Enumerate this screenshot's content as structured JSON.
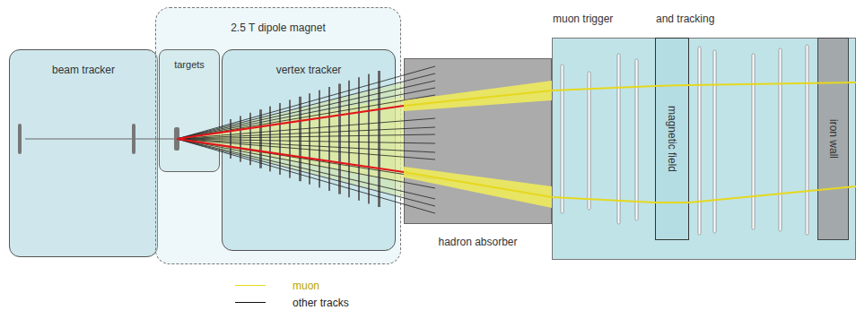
{
  "diagram": {
    "nodes": [
      {
        "text": [
          "beam tracker"
        ]
      },
      {
        "text": [
          "2.5 T dipole magnet"
        ]
      },
      {
        "text": [
          "targets"
        ],
        "in": 1
      },
      {
        "text": [
          "vertex tracker"
        ],
        "in": 1
      },
      {
        "text": [
          "hadron absorber"
        ]
      },
      {
        "text": [
          "muon trigger",
          "and tracking"
        ]
      },
      {
        "text": [
          "magnetic field"
        ],
        "in": 5
      },
      {
        "text": [
          "iron wall"
        ],
        "in": 5
      }
    ],
    "legend": [
      {
        "text": "muon"
      },
      {
        "text": "other tracks"
      }
    ]
  }
}
